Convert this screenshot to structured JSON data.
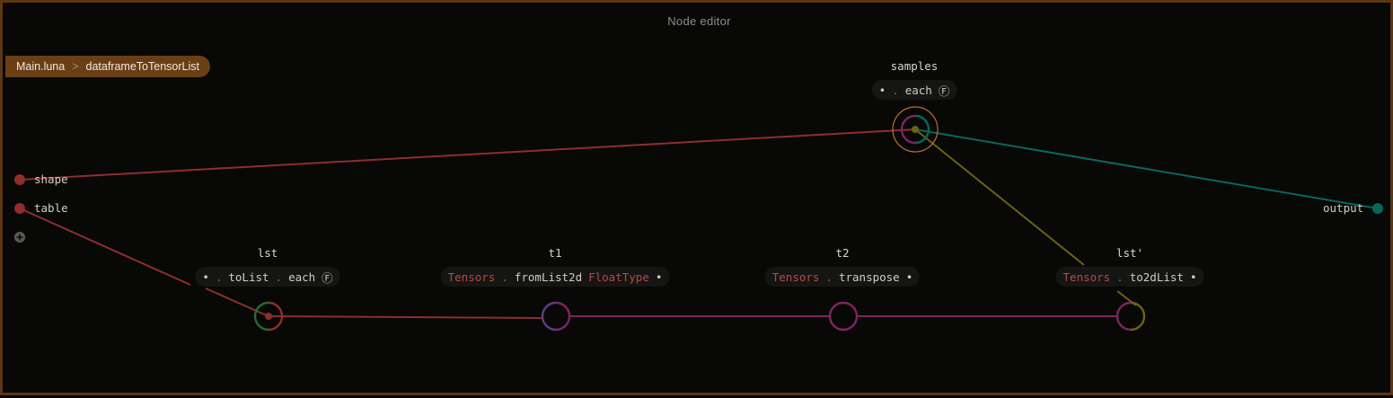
{
  "window": {
    "title": "Node editor"
  },
  "breadcrumb": {
    "items": [
      "Main.luna",
      "dataframeToTensorList"
    ],
    "separator": ">"
  },
  "inputs": {
    "ports": [
      {
        "label": "shape",
        "color": "#8f2e2e"
      },
      {
        "label": "table",
        "color": "#8f2e2e"
      }
    ],
    "add_icon": "plus-circle-icon"
  },
  "output": {
    "label": "output",
    "color": "#06685c"
  },
  "nodes": {
    "samples": {
      "name": "samples",
      "expr": [
        {
          "t": "•",
          "k": "plain"
        },
        {
          "t": ".",
          "k": "dot"
        },
        {
          "t": "each",
          "k": "plain"
        },
        {
          "t": "Ⓕ",
          "k": "plain"
        }
      ]
    },
    "lst": {
      "name": "lst",
      "expr": [
        {
          "t": "•",
          "k": "plain"
        },
        {
          "t": ".",
          "k": "dot"
        },
        {
          "t": "toList",
          "k": "plain"
        },
        {
          "t": ".",
          "k": "dot"
        },
        {
          "t": "each",
          "k": "plain"
        },
        {
          "t": "Ⓕ",
          "k": "plain"
        }
      ]
    },
    "t1": {
      "name": "t1",
      "expr": [
        {
          "t": "Tensors",
          "k": "mod"
        },
        {
          "t": ".",
          "k": "dot"
        },
        {
          "t": "fromList2d",
          "k": "plain"
        },
        {
          "t": "FloatType",
          "k": "mod"
        },
        {
          "t": "•",
          "k": "plain"
        }
      ]
    },
    "t2": {
      "name": "t2",
      "expr": [
        {
          "t": "Tensors",
          "k": "mod"
        },
        {
          "t": ".",
          "k": "dot"
        },
        {
          "t": "transpose",
          "k": "plain"
        },
        {
          "t": "•",
          "k": "plain"
        }
      ]
    },
    "lst_prime": {
      "name": "lst'",
      "expr": [
        {
          "t": "Tensors",
          "k": "mod"
        },
        {
          "t": ".",
          "k": "dot"
        },
        {
          "t": "to2dList",
          "k": "plain"
        },
        {
          "t": "•",
          "k": "plain"
        }
      ]
    }
  },
  "colors": {
    "frame": "#5b3714",
    "breadcrumb_bg": "#6a3f16",
    "edge_red": "#8f2e2e",
    "edge_teal": "#06685c",
    "edge_olive": "#6b6410",
    "edge_purple": "#7d2562",
    "selection": "#b86a2a"
  }
}
